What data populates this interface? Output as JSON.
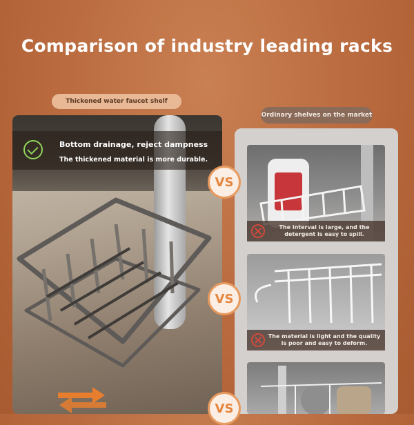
{
  "title": "Comparison of industry leading racks",
  "left": {
    "label": "Thickened water faucet shelf",
    "features": {
      "line1": "Bottom drainage, reject dampness",
      "line2": "The thickened material is more durable."
    }
  },
  "right": {
    "label": "Ordinary shelves on the market",
    "captions": [
      "The interval is large, and the detergent is easy to spill.",
      "The material is light and the quality is poor and easy to deform."
    ]
  },
  "vs_label": "VS",
  "colors": {
    "accent": "#e5863f",
    "check": "#8fd45a",
    "cross": "#d24a3c",
    "background": "#b8693d"
  }
}
